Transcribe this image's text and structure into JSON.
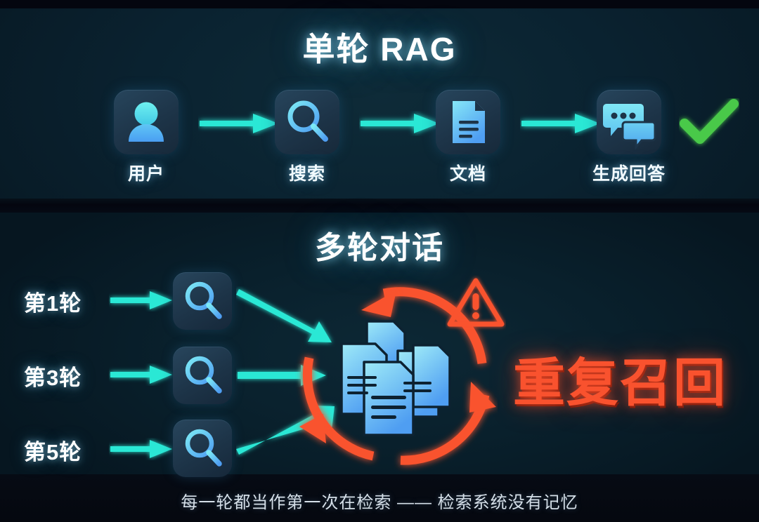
{
  "page": {
    "background_color": "#071620",
    "accent_cyan": "#2ce8d5",
    "accent_blue": "#4da6f0",
    "accent_red": "#f9522e",
    "accent_green": "#4ac94a"
  },
  "section_single": {
    "title": "单轮 RAG",
    "steps": [
      {
        "label": "用户",
        "icon": "person-icon"
      },
      {
        "label": "搜索",
        "icon": "magnifier-icon"
      },
      {
        "label": "文档",
        "icon": "document-icon"
      },
      {
        "label": "生成回答",
        "icon": "chat-bubbles-icon"
      }
    ],
    "arrow_icon": "arrow-right-icon",
    "result_icon": "check-icon"
  },
  "section_multi": {
    "title": "多轮对话",
    "rounds": [
      {
        "label": "第1轮",
        "icon": "magnifier-icon",
        "arrow": "arrow-right-icon",
        "branch": "arrow-diagonal-down-icon"
      },
      {
        "label": "第3轮",
        "icon": "magnifier-icon",
        "arrow": "arrow-right-icon",
        "branch": "arrow-right-icon"
      },
      {
        "label": "第5轮",
        "icon": "magnifier-icon",
        "arrow": "arrow-right-icon",
        "branch": "arrow-diagonal-up-icon"
      }
    ],
    "center": {
      "loop_icon": "circular-arrows-loop-icon",
      "docs_icon": "document-stack-icon",
      "warning_icon": "warning-triangle-icon"
    },
    "highlight": "重复召回",
    "footnote": "每一轮都当作第一次在检索 —— 检索系统没有记忆"
  }
}
